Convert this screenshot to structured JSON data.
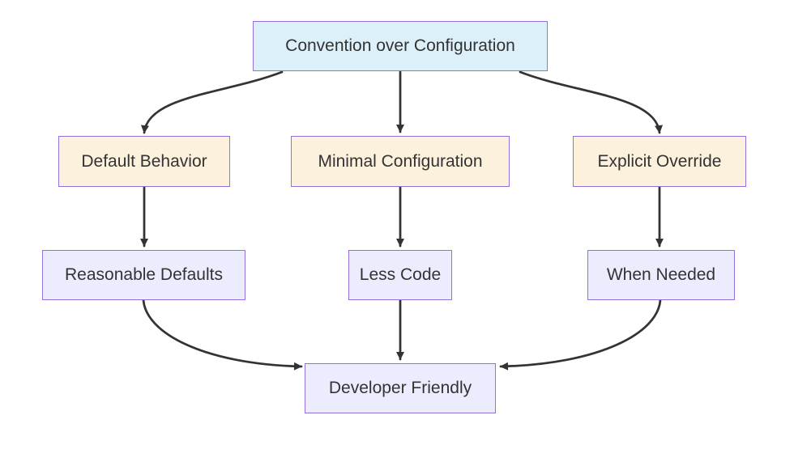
{
  "diagram": {
    "type": "flowchart",
    "direction": "top-down",
    "colors": {
      "edge": "#333333",
      "text": "#333333",
      "node_border": "#9370db",
      "fill_blue": "#dcf0fa",
      "fill_cream": "#fcf1dc",
      "fill_lavender": "#ececff"
    },
    "nodes": [
      {
        "id": "convention",
        "label": "Convention over Configuration",
        "fill": "#dcf0fa",
        "stroke": "#9370db"
      },
      {
        "id": "default-behavior",
        "label": "Default Behavior",
        "fill": "#fcf1dc",
        "stroke": "#9370db"
      },
      {
        "id": "minimal-configuration",
        "label": "Minimal Configuration",
        "fill": "#fcf1dc",
        "stroke": "#9370db"
      },
      {
        "id": "explicit-override",
        "label": "Explicit Override",
        "fill": "#fcf1dc",
        "stroke": "#9370db"
      },
      {
        "id": "reasonable-defaults",
        "label": "Reasonable Defaults",
        "fill": "#ececff",
        "stroke": "#9370db"
      },
      {
        "id": "less-code",
        "label": "Less Code",
        "fill": "#ececff",
        "stroke": "#9370db"
      },
      {
        "id": "when-needed",
        "label": "When Needed",
        "fill": "#ececff",
        "stroke": "#9370db"
      },
      {
        "id": "developer-friendly",
        "label": "Developer Friendly",
        "fill": "#ececff",
        "stroke": "#9370db"
      }
    ],
    "edges": [
      {
        "from": "convention",
        "to": "default-behavior"
      },
      {
        "from": "convention",
        "to": "minimal-configuration"
      },
      {
        "from": "convention",
        "to": "explicit-override"
      },
      {
        "from": "default-behavior",
        "to": "reasonable-defaults"
      },
      {
        "from": "minimal-configuration",
        "to": "less-code"
      },
      {
        "from": "explicit-override",
        "to": "when-needed"
      },
      {
        "from": "reasonable-defaults",
        "to": "developer-friendly"
      },
      {
        "from": "less-code",
        "to": "developer-friendly"
      },
      {
        "from": "when-needed",
        "to": "developer-friendly"
      }
    ]
  }
}
